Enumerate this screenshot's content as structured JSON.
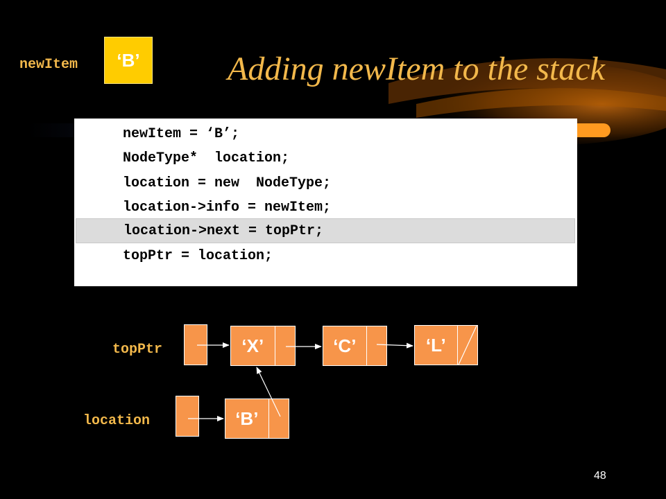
{
  "slide": {
    "title": "Adding newItem to the stack",
    "number": "48"
  },
  "new_item": {
    "label": "newItem",
    "value": "‘B’"
  },
  "code": {
    "lines": [
      "newItem = ‘B’;",
      "NodeType*  location;",
      "location = new  NodeType;",
      "location->info = newItem;",
      "location->next = topPtr;",
      "topPtr = location;"
    ],
    "highlighted_line": 4
  },
  "diagram": {
    "top_ptr_label": "topPtr",
    "location_label": "location",
    "stack_nodes": [
      "‘X’",
      "‘C’",
      "‘L’"
    ],
    "new_node": "‘B’"
  },
  "colors": {
    "background": "#000000",
    "accent": "#f2b84b",
    "node_fill": "#f7954a",
    "new_item_fill": "#ffcc00",
    "highlight": "#dcdcdc"
  }
}
